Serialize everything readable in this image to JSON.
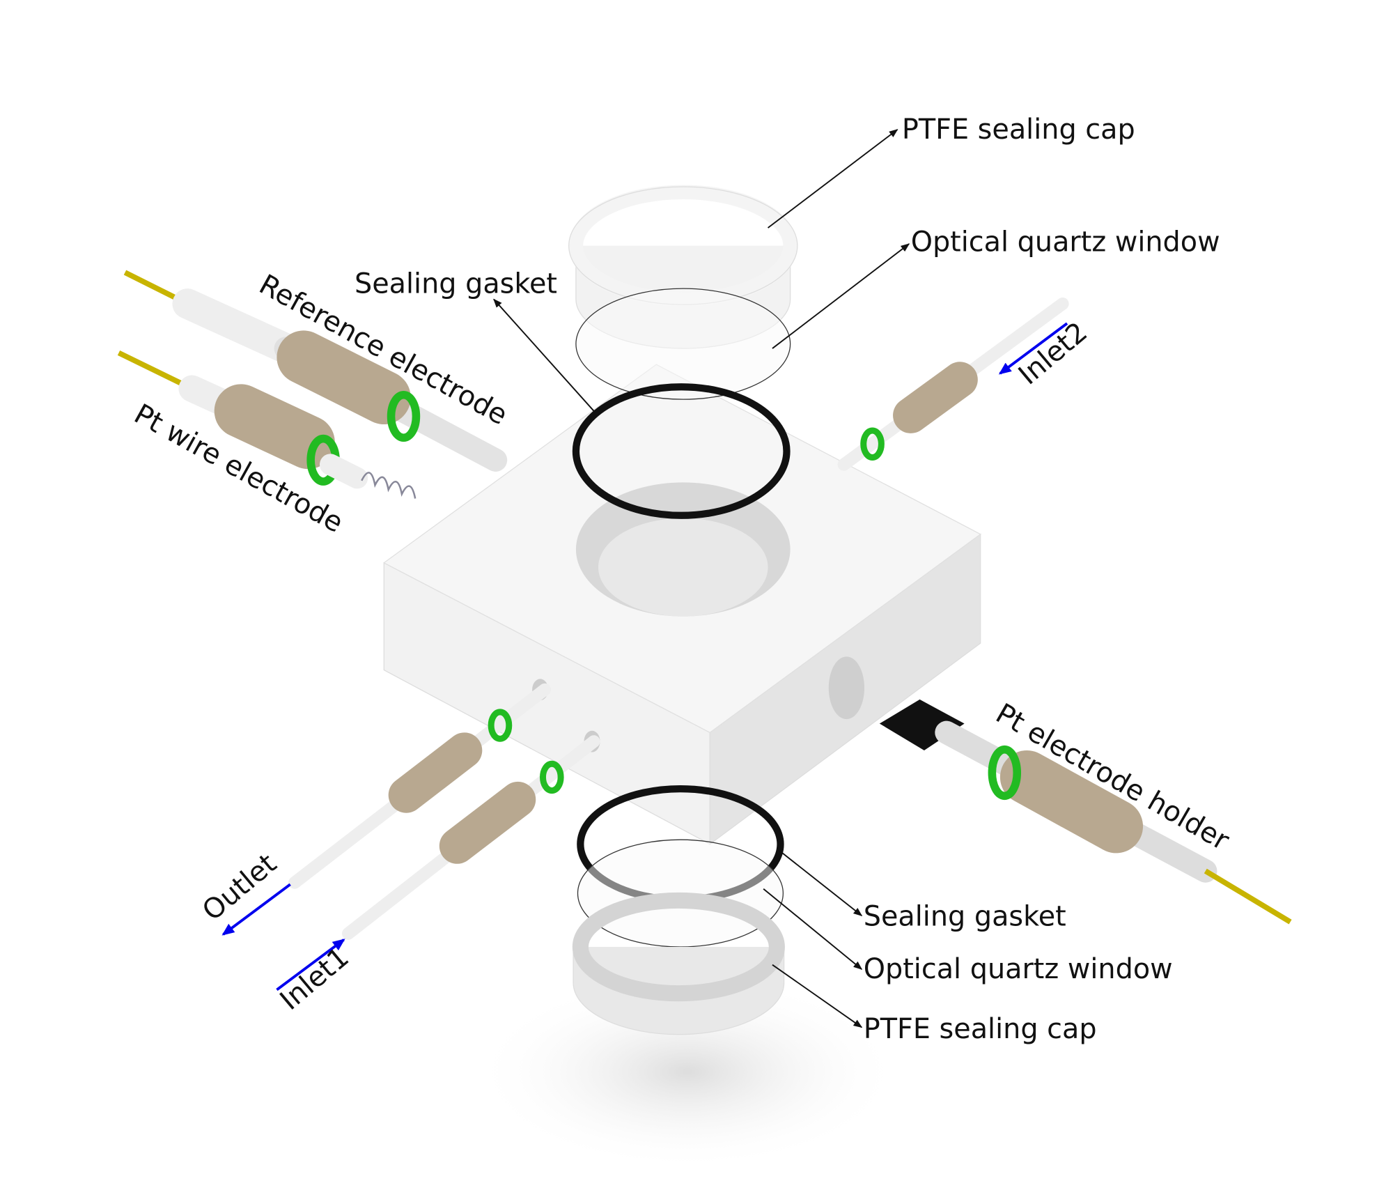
{
  "labels": {
    "ptfe_cap_top": "PTFE sealing cap",
    "quartz_top": "Optical quartz window",
    "gasket_top": "Sealing gasket",
    "reference_electrode": "Reference electrode",
    "pt_wire_electrode": "Pt wire  electrode",
    "inlet2": "Inlet2",
    "pt_electrode_holder": "Pt electrode holder",
    "gasket_bottom": "Sealing gasket",
    "quartz_bottom": "Optical quartz window",
    "ptfe_cap_bottom": "PTFE sealing cap",
    "outlet": "Outlet",
    "inlet1": "Inlet1"
  },
  "colors": {
    "flow_arrow": "#0000ee",
    "oring": "#22bb22",
    "fitting": "#b8a890",
    "wire": "#c8b400",
    "gasket": "#111111"
  }
}
